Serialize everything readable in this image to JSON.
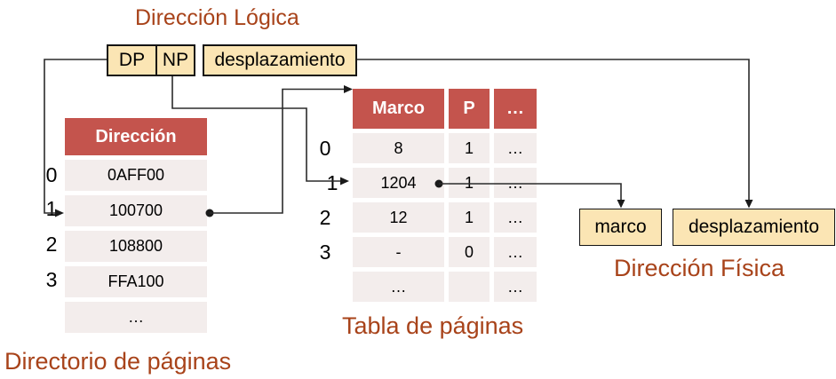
{
  "titles": {
    "logical": "Dirección Lógica",
    "physical": "Dirección Física",
    "page_table_caption": "Tabla de páginas",
    "directory_caption": "Directorio de páginas"
  },
  "logical_address": {
    "dp": "DP",
    "np": "NP",
    "desplazamiento": "desplazamiento"
  },
  "physical_address": {
    "marco": "marco",
    "desplazamiento": "desplazamiento"
  },
  "directory_table": {
    "header": "Dirección",
    "row_labels": [
      "0",
      "1",
      "2",
      "3"
    ],
    "rows": [
      "0AFF00",
      "100700",
      "108800",
      "FFA100",
      "…"
    ]
  },
  "page_table": {
    "headers": [
      "Marco",
      "P",
      "…"
    ],
    "row_labels": [
      "0",
      "1",
      "2",
      "3"
    ],
    "rows": [
      [
        "8",
        "1",
        "…"
      ],
      [
        "1204",
        "1",
        "…"
      ],
      [
        "12",
        "1",
        "…"
      ],
      [
        "-",
        "0",
        "…"
      ],
      [
        "…",
        "",
        "…"
      ]
    ]
  },
  "colors": {
    "accent_header_red": "#C4544D",
    "row_pink": "#F3EDEC",
    "box_cream": "#FBE5B4",
    "title_brown": "#A8431A",
    "line_black": "#2b2b2b"
  }
}
